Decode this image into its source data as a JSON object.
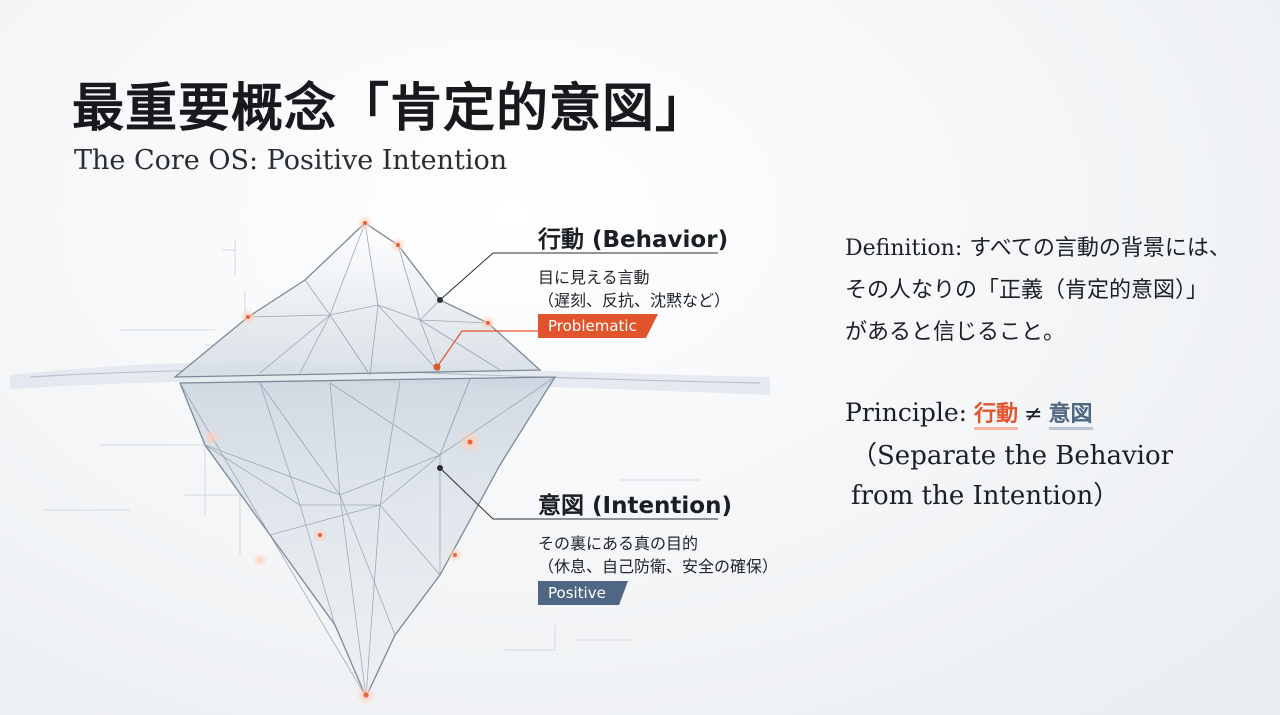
{
  "slide": {
    "title": "最重要概念「肯定的意図」",
    "subtitle": "The Core OS: Positive Intention"
  },
  "diagram": {
    "behavior": {
      "heading": "行動 (Behavior)",
      "line1": "目に見える言動",
      "line2": "（遅刻、反抗、沈黙など）",
      "tag": "Problematic",
      "tag_color": "#e2542c"
    },
    "intention": {
      "heading": "意図 (Intention)",
      "line1": "その裏にある真の目的",
      "line2": "（休息、自己防衛、安全の確保）",
      "tag": "Positive",
      "tag_color": "#4f6783"
    }
  },
  "definition": {
    "label": "Definition:",
    "line1": "すべての言動の背景には、",
    "line2": "その人なりの「正義（肯定的意図）」",
    "line3": "があると信じること。"
  },
  "principle": {
    "label": "Principle:",
    "behavior": "行動",
    "neq": "≠",
    "intention": "意図",
    "note1": "（Separate the Behavior",
    "note2": "from the Intention）"
  }
}
